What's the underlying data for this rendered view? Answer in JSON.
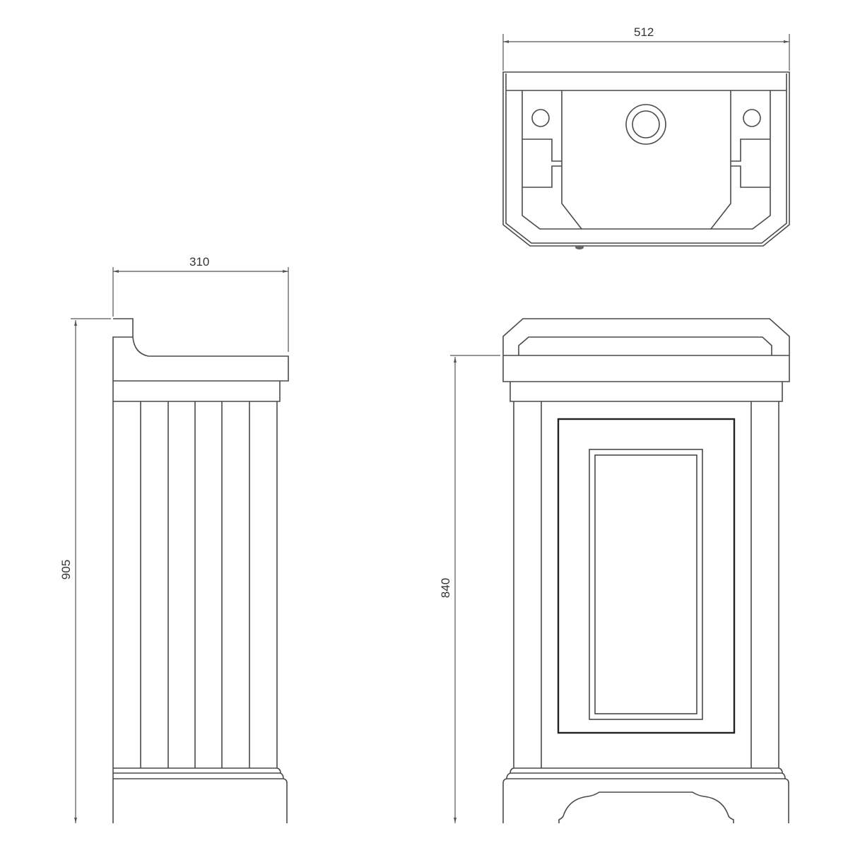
{
  "drawing": {
    "description": "Cloakroom vanity unit technical drawing",
    "views": [
      "side-view",
      "plan-view",
      "front-view"
    ],
    "line_color": "#4a4a4a",
    "background": "#ffffff"
  },
  "dimensions": {
    "plan_width": "512",
    "side_depth": "310",
    "side_height": "905",
    "front_height": "840"
  }
}
